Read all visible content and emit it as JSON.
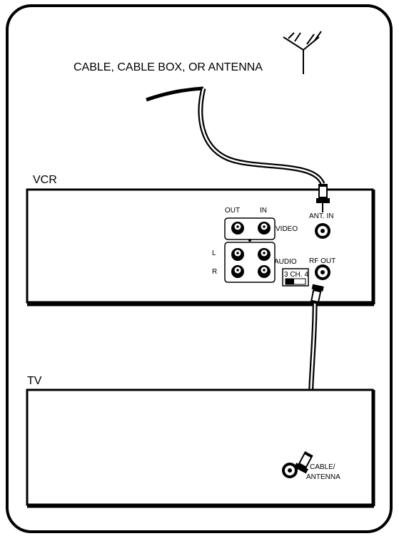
{
  "source_label": "CABLE, CABLE BOX, OR ANTENNA",
  "vcr": {
    "title": "VCR",
    "video_out": "OUT",
    "video_in": "IN",
    "video_label": "VIDEO",
    "audio_label": "AUDIO",
    "audio_left": "L",
    "audio_right": "R",
    "ant_in": "ANT. IN",
    "rf_out": "RF OUT",
    "channel_switch": "3 CH. 4"
  },
  "tv": {
    "title": "TV",
    "input_label_line1": "CABLE/",
    "input_label_line2": "ANTENNA"
  },
  "icons": {
    "antenna": "tv-antenna-icon",
    "jack": "rca-jack-icon",
    "coax": "coax-connector-icon"
  }
}
